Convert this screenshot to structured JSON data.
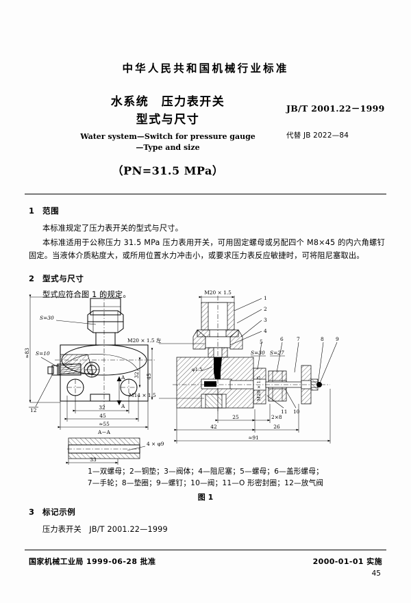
{
  "header": {
    "org": "中华人民共和国机械行业标准",
    "title_cn_line1": "水系统　压力表开关",
    "title_cn_line2": "型式与尺寸",
    "title_en_line1": "Water system—Switch for pressure gauge",
    "title_en_line2": "—Type and size",
    "title_pn": "（PN=31.5 MPa）",
    "standard_no": "JB/T  2001.22－1999",
    "replaces": "代替 JB 2022—84"
  },
  "sections": [
    {
      "number": "1",
      "heading": "范围",
      "paragraphs": [
        "本标准规定了压力表开关的型式与尺寸。",
        "本标准适用于公称压力 31.5 MPa 压力表用开关，可用固定螺母或另配四个 M8×45 的内六角螺钉固定。当液体介质粘度大，或所用位置水力冲击小，或要求压力表反应敏捷时，可将阻尼塞取出。"
      ]
    },
    {
      "number": "2",
      "heading": "型式与尺寸",
      "paragraphs": [
        "型式应符合图 1 的规定。"
      ]
    },
    {
      "number": "3",
      "heading": "标记示例",
      "paragraphs": [
        "压力表开关　JB/T  2001.22—1999"
      ]
    }
  ],
  "figure": {
    "caption_line1": "1—双螺母；2—铜垫；3—阀体；4—阻尼塞；5—螺母；6—盖形螺母；",
    "caption_line2": "7—手轮；8—垫圈；9—螺钉；10—阀；11—O 形密封圈；12—放气阀",
    "number_label": "图 1",
    "section_label": "A－A",
    "left_view": {
      "labels": [
        {
          "id": "s30",
          "text": "S=30"
        },
        {
          "id": "s10",
          "text": "S=10"
        },
        {
          "id": "height",
          "text": "≈83"
        },
        {
          "id": "dim32v",
          "text": "32"
        },
        {
          "id": "dim45v",
          "text": "45"
        },
        {
          "id": "dim32h",
          "text": "32"
        },
        {
          "id": "dim45h",
          "text": "45"
        },
        {
          "id": "dim55",
          "text": "≈55"
        },
        {
          "id": "item12",
          "text": "12"
        },
        {
          "id": "sectionA1",
          "text": "A"
        },
        {
          "id": "sectionA2",
          "text": "A"
        }
      ]
    },
    "right_view": {
      "labels": [
        {
          "id": "m20top",
          "text": "M20 × 1.5"
        },
        {
          "id": "m20left",
          "text": "M20 × 1.5 左"
        },
        {
          "id": "m14",
          "text": "M14 × 1.5"
        },
        {
          "id": "phi15",
          "text": "φ1.5"
        },
        {
          "id": "m20vert",
          "text": "M20 × 1.5"
        },
        {
          "id": "s30",
          "text": "S=30"
        },
        {
          "id": "s27",
          "text": "S=27"
        },
        {
          "id": "dim25",
          "text": "25"
        },
        {
          "id": "dim2x8",
          "text": "2×8"
        },
        {
          "id": "dim42",
          "text": "42"
        },
        {
          "id": "dim26",
          "text": "26"
        },
        {
          "id": "dim91",
          "text": "≈91"
        }
      ],
      "leaders": [
        "1",
        "2",
        "3",
        "4",
        "5",
        "6",
        "7",
        "8",
        "9",
        "10",
        "11"
      ]
    },
    "section_view": {
      "labels": [
        {
          "id": "holes",
          "text": "4 × φ9"
        },
        {
          "id": "dim33",
          "text": "33"
        }
      ]
    }
  },
  "footer": {
    "left": "国家机械工业局 1999-06-28  批准",
    "right": "2000-01-01  实施",
    "page": "45"
  }
}
